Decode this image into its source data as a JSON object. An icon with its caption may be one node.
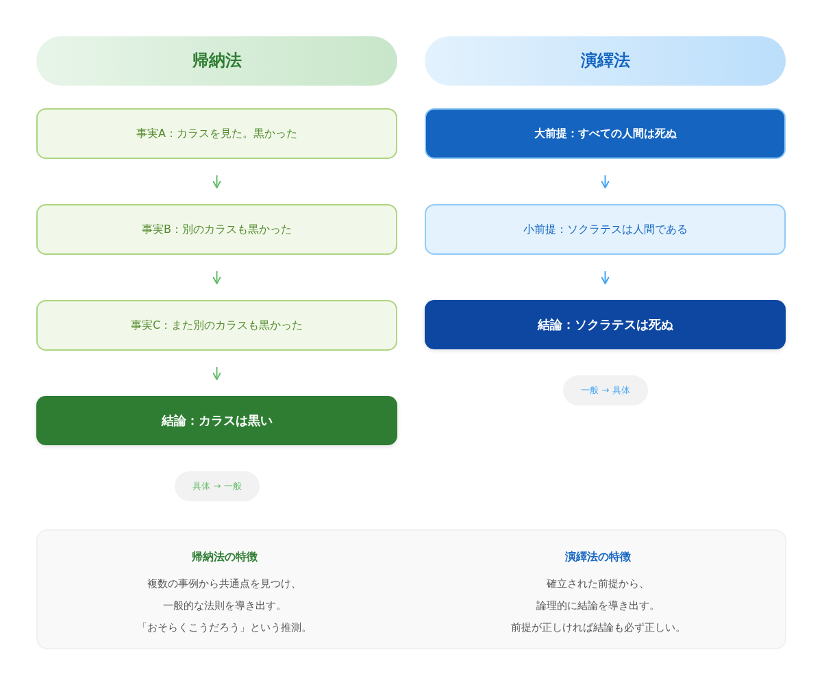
{
  "diagram": {
    "nodes": [
      {
        "text": [
          "帰納法"
        ]
      },
      {
        "text": [
          "演繹法"
        ]
      },
      {
        "text": [
          "事実A：カラスを見た。黒かった"
        ]
      },
      {
        "text": [
          "事実B：別のカラスも黒かった"
        ]
      },
      {
        "text": [
          "事実C：また別のカラスも黒かった"
        ]
      },
      {
        "text": [
          "結論：カラスは黒い"
        ]
      },
      {
        "text": [
          "大前提：すべての人間は死ぬ"
        ]
      },
      {
        "text": [
          "小前提：ソクラテスは人間である"
        ]
      },
      {
        "text": [
          "結論：ソクラテスは死ぬ"
        ]
      },
      {
        "text": [
          "具体 → 一般"
        ]
      },
      {
        "text": [
          "一般 → 具体"
        ]
      },
      {
        "text": [
          "帰納法の特徴",
          "複数の事例から共通点を見つけ、",
          "一般的な法則を導き出す。",
          "「おそらくこうだろう」という推測。",
          "演繹法の特徴",
          "確立された前提から、",
          "論理的に結論を導き出す。",
          "前提が正しければ結論も必ず正しい。"
        ]
      }
    ],
    "edges": [
      {
        "from": 2,
        "to": 3,
        "arrow": "to"
      },
      {
        "from": 3,
        "to": 4,
        "arrow": "to"
      },
      {
        "from": 4,
        "to": 5,
        "arrow": "to"
      },
      {
        "from": 6,
        "to": 7,
        "arrow": "to",
        "color": "#42a5f5"
      },
      {
        "from": 7,
        "to": 8,
        "arrow": "to",
        "color": "#42a5f5"
      }
    ]
  }
}
